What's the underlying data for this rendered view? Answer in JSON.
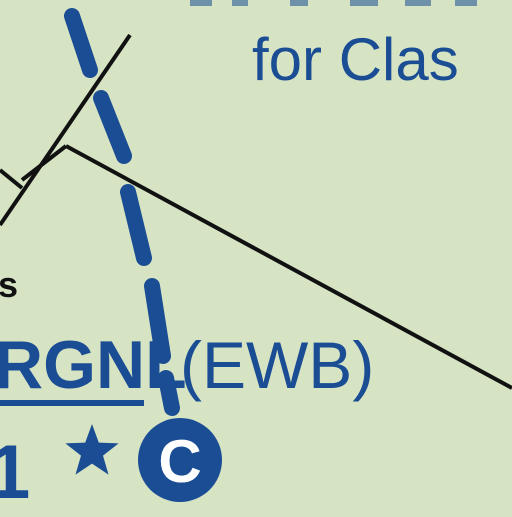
{
  "map": {
    "colors": {
      "background": "#d6e4c4",
      "airspace_blue": "#1a4d93",
      "line_black": "#111111",
      "circle_letter": "#ffffff"
    },
    "top_partial_text": "",
    "airspace_note": "for Clas",
    "airport_name_partial": "RGNL",
    "airport_identifier": "(EWB)",
    "partial_mark_left": "s",
    "frequency_partial": "1",
    "ctaf_star_icon": "star-icon",
    "ctaf_symbol": "C"
  }
}
